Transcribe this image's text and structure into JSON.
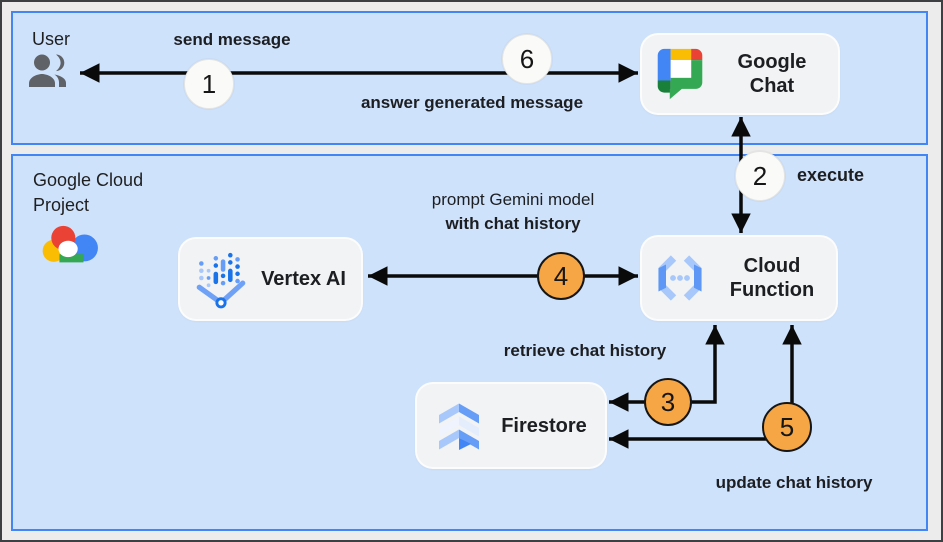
{
  "lanes": {
    "user": {
      "title": "User"
    },
    "gcp": {
      "title": "Google Cloud\nProject"
    }
  },
  "nodes": {
    "google_chat": {
      "label": "Google Chat"
    },
    "vertex_ai": {
      "label": "Vertex AI"
    },
    "cloud_function": {
      "label": "Cloud Function"
    },
    "firestore": {
      "label": "Firestore"
    }
  },
  "edges": {
    "send_message": {
      "step": "1",
      "label": "send message"
    },
    "execute": {
      "step": "2",
      "label": "execute"
    },
    "retrieve": {
      "step": "3",
      "label": "retrieve chat history"
    },
    "prompt": {
      "step": "4",
      "label_line1": "prompt Gemini model",
      "label_line2": "with chat history"
    },
    "update": {
      "step": "5",
      "label": "update chat history"
    },
    "answer": {
      "step": "6",
      "label": "answer generated message"
    }
  },
  "icons": {
    "user": "users-icon",
    "google_chat": "google-chat-icon",
    "google_cloud": "google-cloud-icon",
    "vertex_ai": "vertex-ai-icon",
    "cloud_function": "cloud-functions-icon",
    "firestore": "firestore-icon"
  },
  "colors": {
    "lane_fill": "#cfe2fc",
    "lane_border": "#4285f4",
    "node_fill": "#f1f3f4",
    "badge_neutral": "#fafaf8",
    "badge_accent": "#f6a644",
    "arrow": "#0a0a0a",
    "text": "#202124"
  }
}
